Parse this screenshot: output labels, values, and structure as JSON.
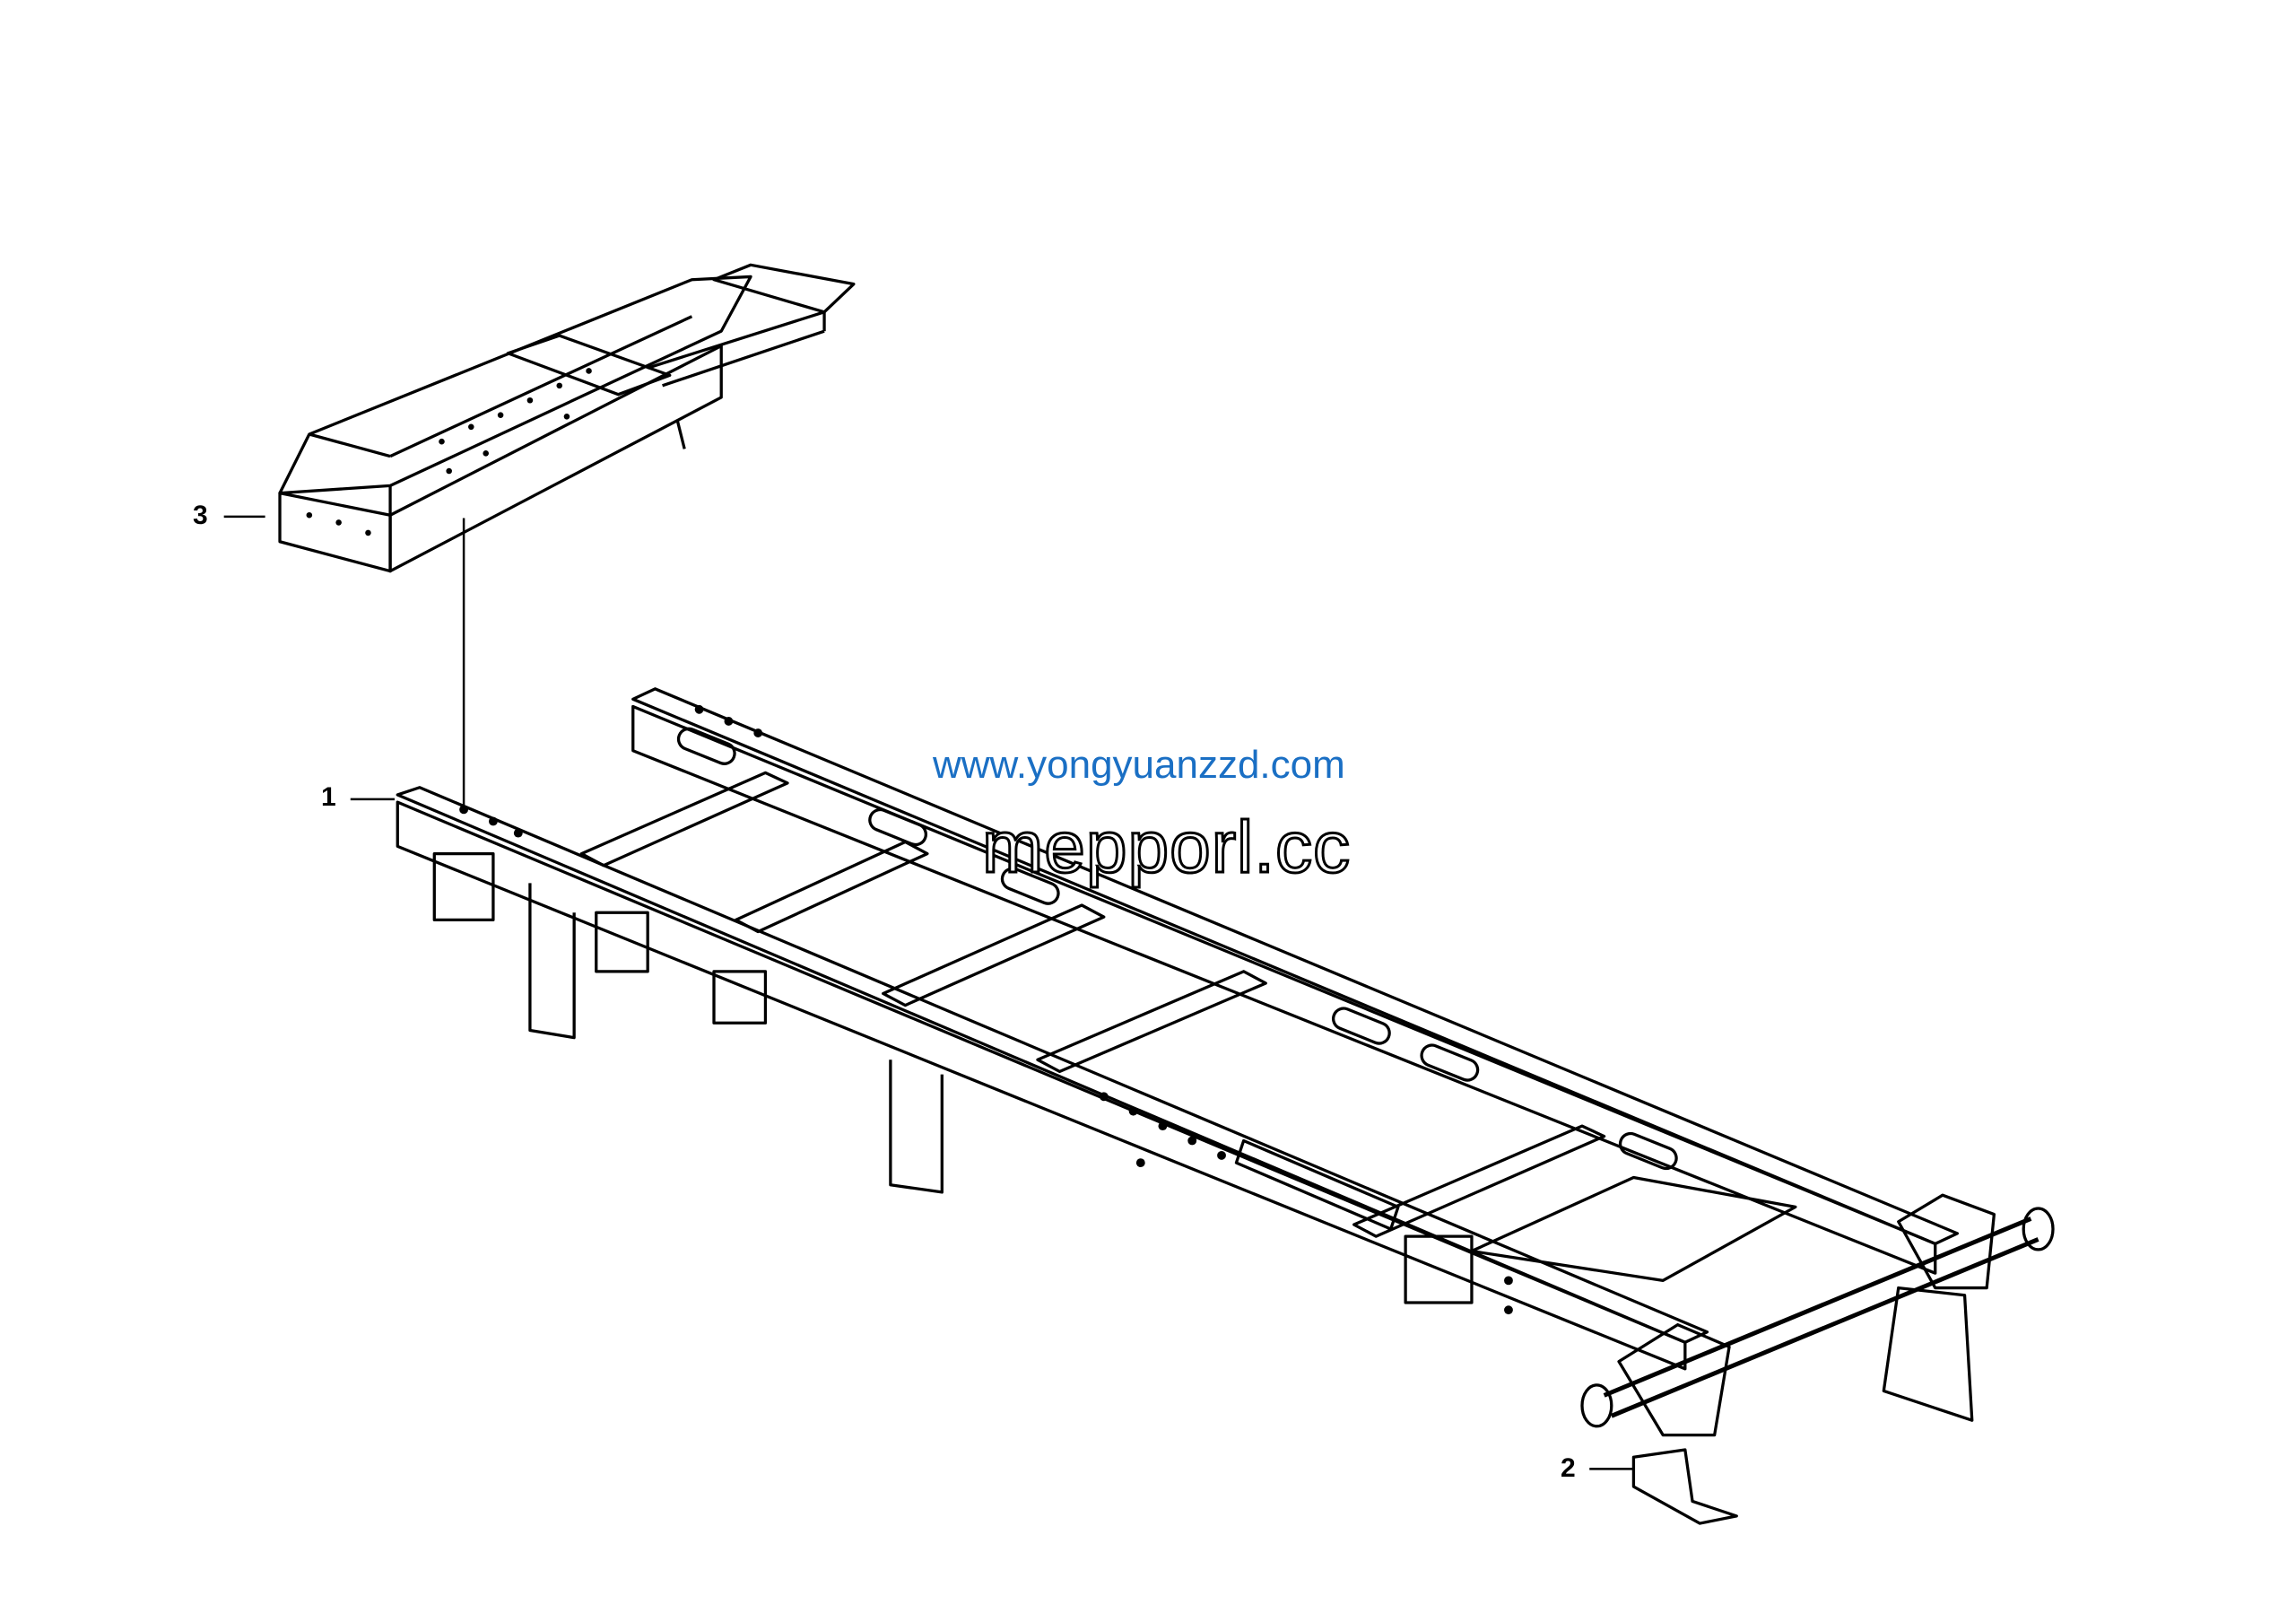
{
  "callouts": [
    {
      "id": "1",
      "label": "1"
    },
    {
      "id": "2",
      "label": "2"
    },
    {
      "id": "3",
      "label": "3"
    }
  ],
  "watermarks": {
    "outline_text": "mepporl.cc",
    "url_text": "www.yongyuanzzd.com",
    "url_color": "#1a6fc4"
  }
}
